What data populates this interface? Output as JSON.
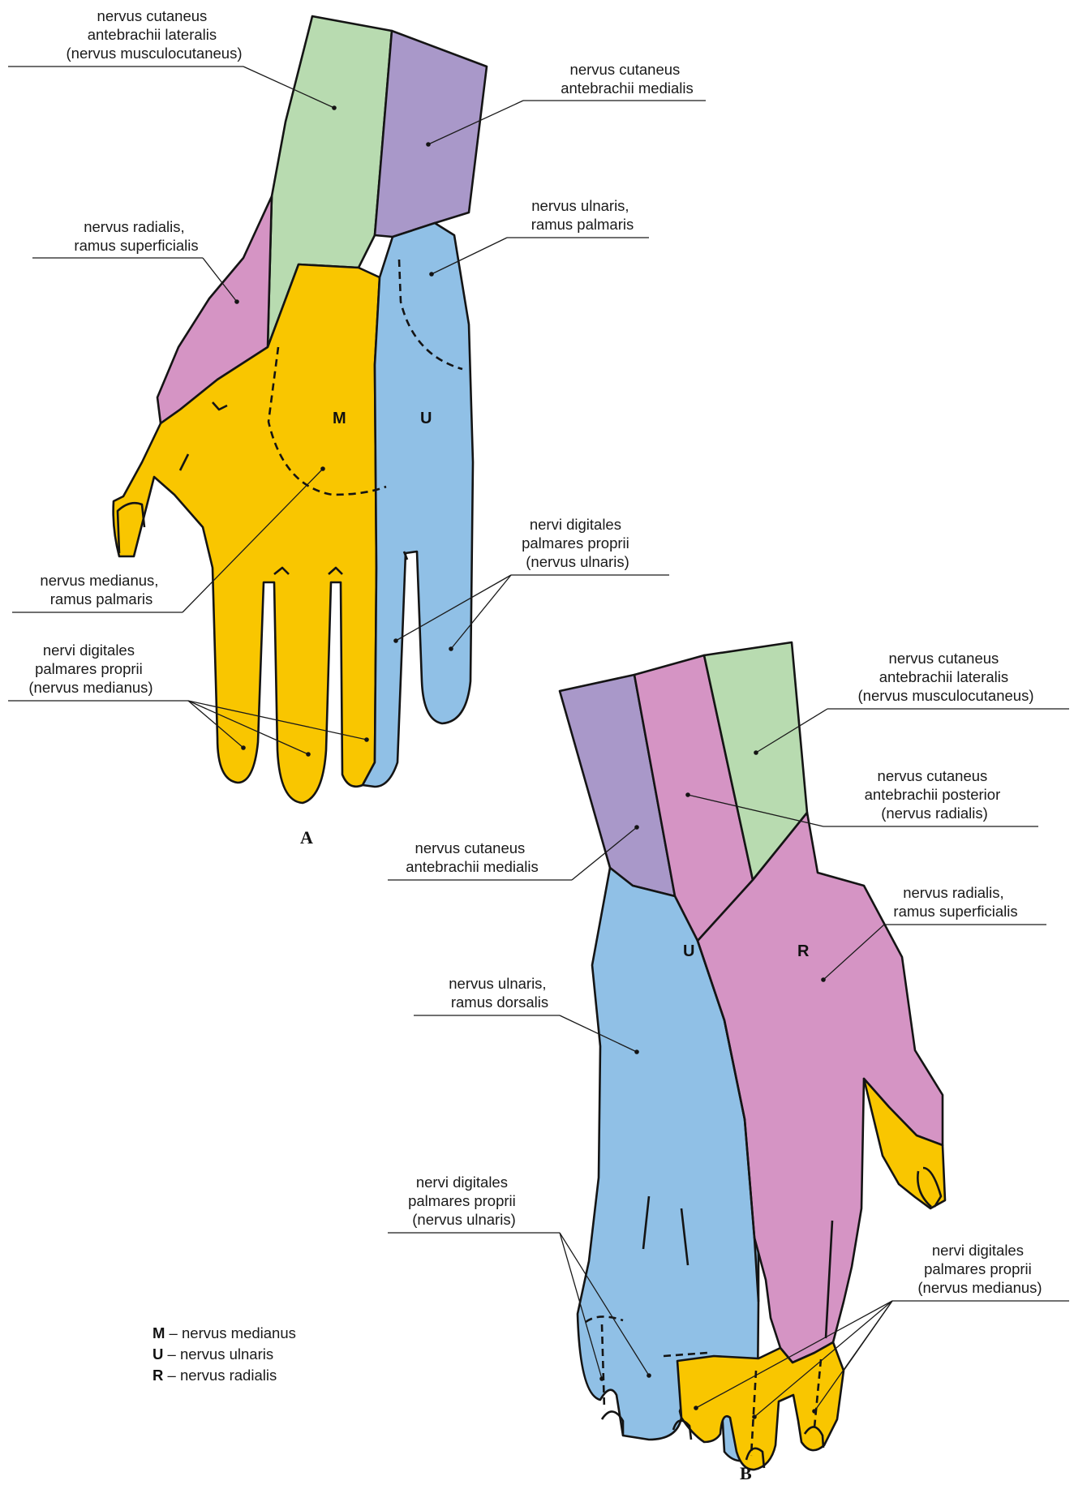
{
  "colors": {
    "green": "#b8dbb0",
    "purple": "#a998c9",
    "pink": "#d594c4",
    "yellow": "#f9c600",
    "blue": "#90c0e6"
  },
  "figure_a": {
    "caption": "A",
    "letter_m": "M",
    "letter_u": "U",
    "labels": {
      "cut_lat": [
        "nervus cutaneus",
        "antebrachii lateralis",
        "(nervus musculocutaneus)"
      ],
      "cut_med": [
        "nervus cutaneus",
        "antebrachii medialis"
      ],
      "rad_sup": [
        "nervus radialis,",
        "ramus superficialis"
      ],
      "uln_palm": [
        "nervus ulnaris,",
        "ramus palmaris"
      ],
      "med_palm": [
        "nervus medianus,",
        "ramus palmaris"
      ],
      "dig_uln": [
        "nervi digitales",
        "palmares proprii",
        "(nervus ulnaris)"
      ],
      "dig_med": [
        "nervi digitales",
        "palmares proprii",
        "(nervus medianus)"
      ]
    }
  },
  "figure_b": {
    "caption": "B",
    "letter_u": "U",
    "letter_r": "R",
    "labels": {
      "cut_lat": [
        "nervus cutaneus",
        "antebrachii lateralis",
        "(nervus musculocutaneus)"
      ],
      "cut_post": [
        "nervus cutaneus",
        "antebrachii posterior",
        "(nervus radialis)"
      ],
      "cut_med": [
        "nervus cutaneus",
        "antebrachii medialis"
      ],
      "rad_sup": [
        "nervus radialis,",
        "ramus superficialis"
      ],
      "uln_dors": [
        "nervus ulnaris,",
        "ramus dorsalis"
      ],
      "dig_uln": [
        "nervi digitales",
        "palmares proprii",
        "(nervus ulnaris)"
      ],
      "dig_med": [
        "nervi digitales",
        "palmares proprii",
        "(nervus medianus)"
      ]
    }
  },
  "legend": [
    {
      "key": "M",
      "text": " – nervus medianus"
    },
    {
      "key": "U",
      "text": " – nervus ulnaris"
    },
    {
      "key": "R",
      "text": " – nervus radialis"
    }
  ]
}
